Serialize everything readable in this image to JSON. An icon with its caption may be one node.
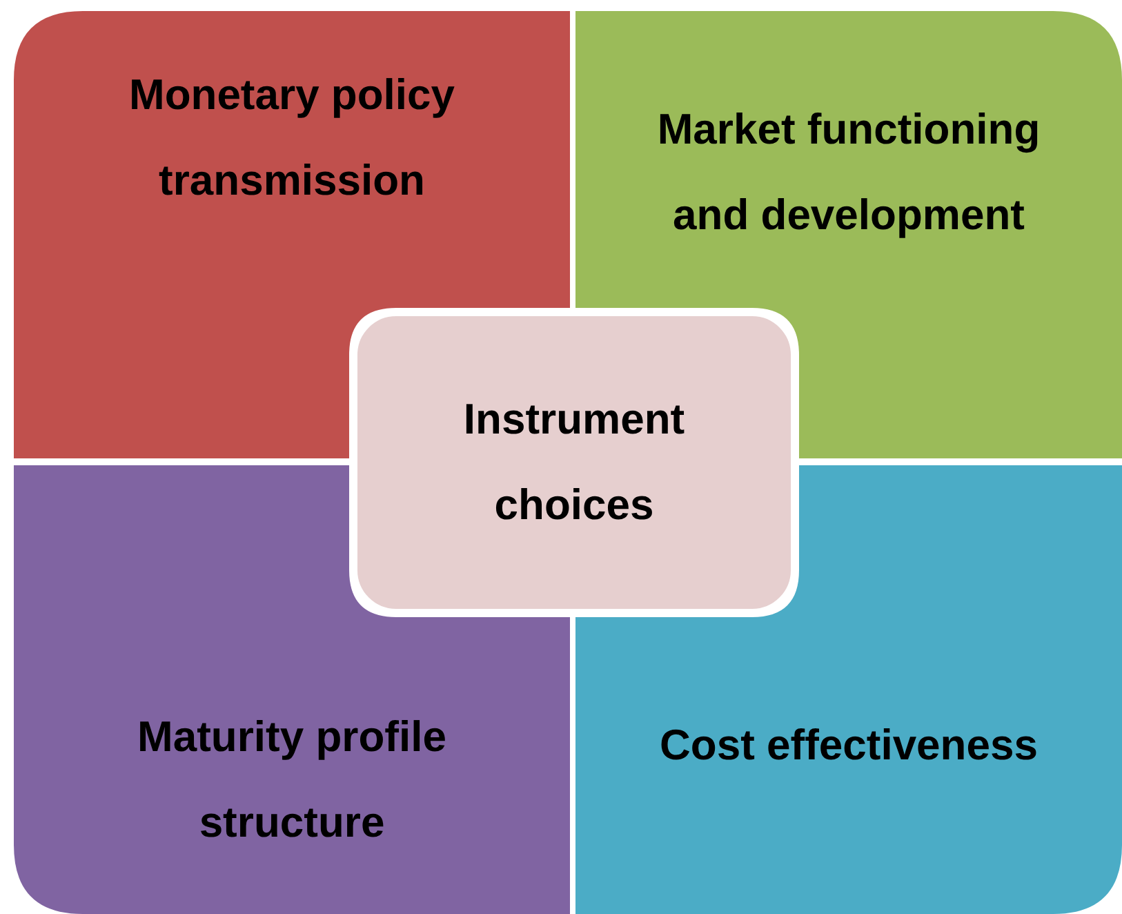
{
  "diagram": {
    "nodes": [
      {
        "text": [
          "Monetary policy transmission"
        ]
      },
      {
        "text": [
          "Market functioning and development"
        ]
      },
      {
        "text": [
          "Instrument choices"
        ]
      },
      {
        "text": [
          "Maturity profile structure"
        ]
      },
      {
        "text": [
          "Cost effectiveness"
        ]
      }
    ]
  }
}
